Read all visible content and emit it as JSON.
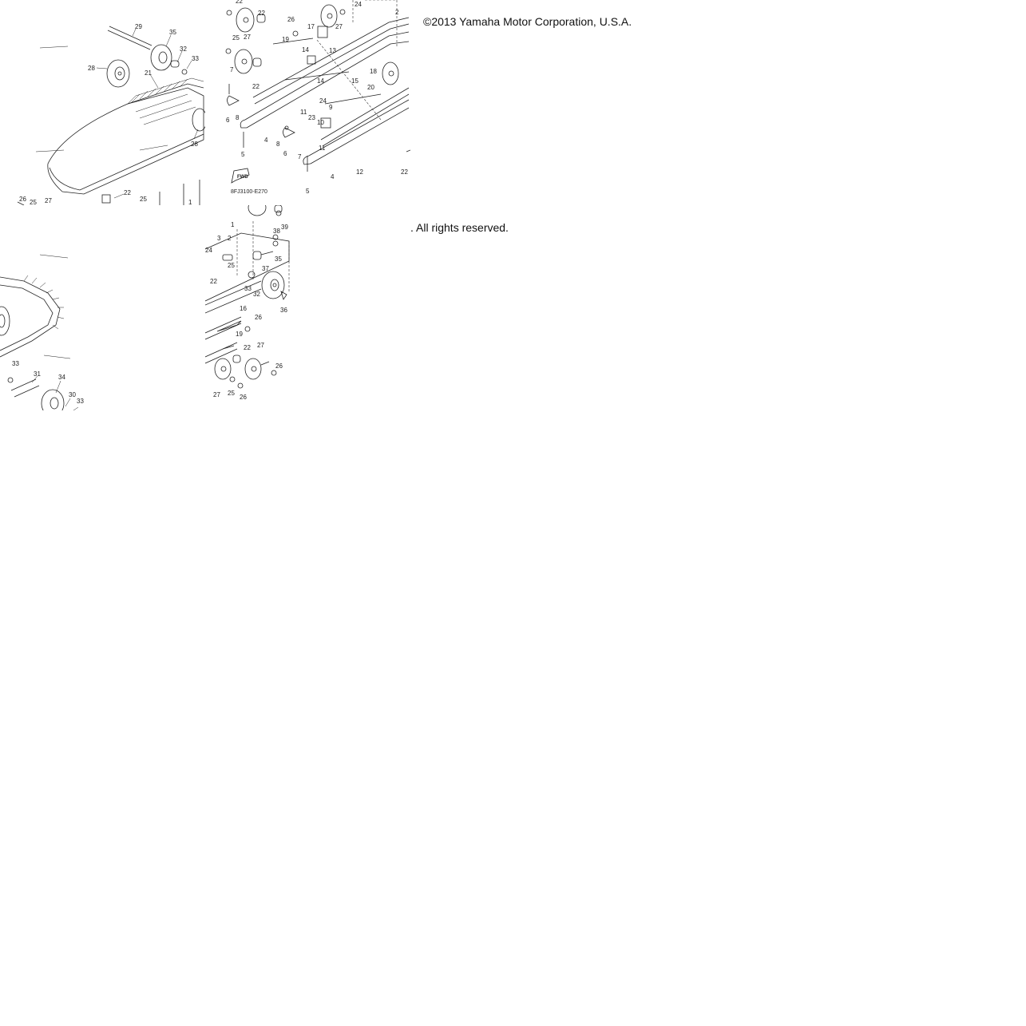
{
  "copyright": "©2013 Yamaha Motor Corporation, U.S.A.",
  "rights": ". All rights reserved.",
  "diagram_code": "8FJ3100-E270",
  "fwd_label": "FWD",
  "tiles": {
    "top_left": {
      "labels": [
        "29",
        "35",
        "32",
        "33",
        "28",
        "21",
        "28",
        "26",
        "25",
        "27",
        "22",
        "25",
        "1"
      ]
    },
    "top_right": {
      "labels": [
        "22",
        "24",
        "2",
        "26",
        "27",
        "22",
        "19",
        "17",
        "13",
        "14",
        "25",
        "27",
        "7",
        "22",
        "14",
        "15",
        "18",
        "20",
        "6",
        "8",
        "24",
        "11",
        "10",
        "9",
        "23",
        "4",
        "8",
        "6",
        "7",
        "11",
        "5",
        "12",
        "22",
        "4",
        "5"
      ]
    },
    "bottom_left": {
      "labels": [
        "33",
        "31",
        "34",
        "30",
        "33"
      ]
    },
    "bottom_right": {
      "labels": [
        "1",
        "3",
        "2",
        "24",
        "25",
        "22",
        "33",
        "32",
        "38",
        "39",
        "35",
        "37",
        "36",
        "16",
        "26",
        "19",
        "22",
        "27",
        "26",
        "27",
        "25",
        "26"
      ]
    }
  }
}
